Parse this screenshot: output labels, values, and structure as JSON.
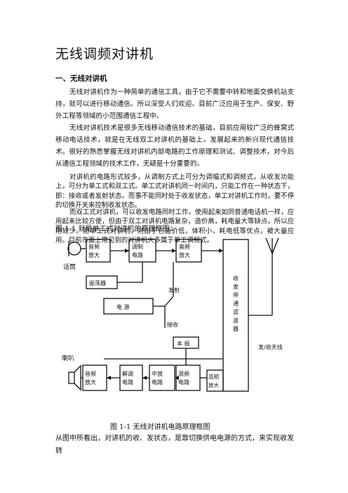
{
  "doc": {
    "title": "无线调频对讲机",
    "section_heading": "一、无线对讲机",
    "paragraphs": [
      "无线对讲机作为一种简单的通信工具，由于它不需要中转和地面交换机站支持，就可以进行移动通信。所以深受人们欢迎。目前广泛应用于生产、保安、野外工程等领域的小范围通信工程中。",
      "无线对讲机技术是很多无线移动通信技术的基础，目前应用较广泛的蜂窝式移动电话技术，就是在无线双工对讲机的基础上，发展起来的新兴现代通信技术。很好的熟悉掌握无线对讲机内部电路的工作原理和测试、调整技术，对今后从通信工程领域的技术工作，无疑是十分重要的。",
      "对讲机的电路形式较多，从调制方式上可分为调幅式和调频式，从收发功能上，可分为单工式和双工式。单工式对讲机同一时间内，只能工作在一种状态下，即：接收或者发射状态。而事不能同时处于收发状态，单工对讲机工作时，要不停的切换开关来控制收发状态。",
      "而双工式对讲机，可以收发电路同时工作，使用起来如同普通电话机一样，应用起来比较方便，但由于双工对讲机电路复杂，造价高，耗电量大等缺点，所以应用较少。而单工式对讲机，则由于它造价低，体积小，耗电低等优点，被大量应用。目前市面上常见到的对讲机大多属于单工调频式。"
    ],
    "figure_intro": "图 1-1 就是单工式对讲机的原理框图：",
    "figure_caption": "图 1-1    无线对讲机电路原理框图",
    "tail_text": "从图中所看出，对讲机的收、发状态，是靠切换供电电源的方式，来实现收发转"
  },
  "diagram": {
    "mic_label": "话筒",
    "speaker_label": "喇叭",
    "audio_amp_tx": "音频放大",
    "modulator": "调制电路",
    "rf_amp": "高频放大",
    "oscillator": "振荡器",
    "power": "电 源",
    "transmit": "发射",
    "receive": "接收",
    "local_osc": "本 振",
    "duplexer": "收发带通滤波器",
    "antenna": "发/收天线",
    "audio_amp_rx": "音频放大",
    "demod": "解调电路",
    "if_circuit": "中放电路",
    "mixer": "混频电路",
    "select_amp": "选频放大"
  }
}
